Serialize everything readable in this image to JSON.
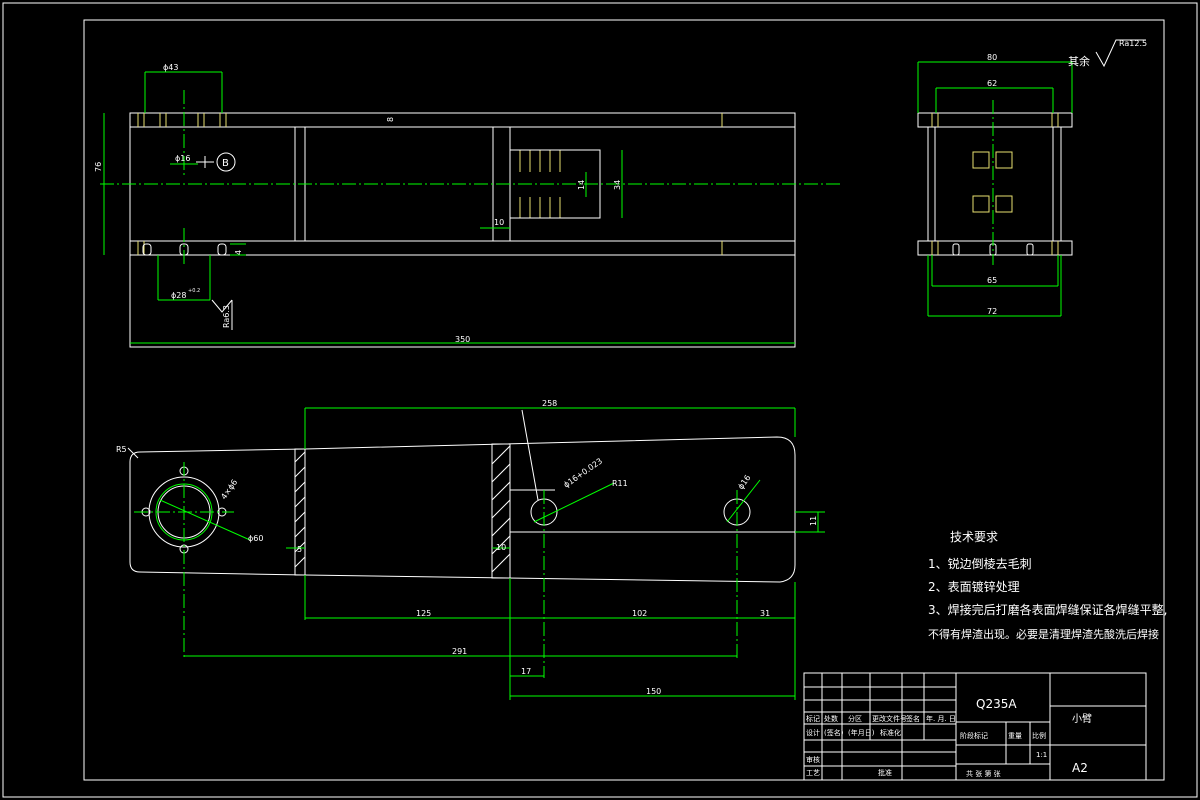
{
  "dimensions": {
    "d43": "ϕ43",
    "d16": "ϕ16",
    "datum_b": "B",
    "d28": "ϕ28",
    "d28_tol": "+0.2",
    "d76": "76",
    "d8": "8",
    "d4": "4",
    "d14": "14",
    "d34": "34",
    "d10": "10",
    "d350": "350",
    "ra63": "Ra6.3",
    "d80": "80",
    "d62": "62",
    "d65": "65",
    "d72": "72",
    "qiyu": "其余",
    "ra125": "Ra12.5",
    "d258": "258",
    "r5": "R5",
    "r11": "R11",
    "d60": "ϕ60",
    "holes4": "4×ϕ6",
    "d16b": "ϕ16",
    "d11": "11",
    "d5": "5",
    "d10b": "10",
    "d125": "125",
    "d102": "102",
    "d31": "31",
    "d291": "291",
    "d17": "17",
    "d150": "150",
    "pin_note": "ϕ16+0.023"
  },
  "tech": {
    "title": "技术要求",
    "line1": "1、锐边倒棱去毛刺",
    "line2": "2、表面镀锌处理",
    "line3": "3、焊接完后打磨各表面焊缝保证各焊缝平整,",
    "line4": "不得有焊渣出现。必要是清理焊渣先酸洗后焊接"
  },
  "title_block": {
    "material": "Q235A",
    "part_name": "小臂",
    "sheet_size": "A2",
    "scale": "1:1",
    "h_mark": "标记",
    "h_count": "处数",
    "h_zone": "分区",
    "h_change": "更改文件号",
    "h_sign": "签名",
    "h_date": "年. 月. 日",
    "h_design": "设计",
    "h_std": "标准化",
    "h_check": "审核",
    "h_process": "工艺",
    "h_approve": "批准",
    "h_stage": "阶段标记",
    "h_weight": "重量",
    "h_scale": "比例",
    "h_sheets": "共 张 第 张",
    "sign_ph": "(签名)",
    "date_ph": "(年月日)"
  }
}
